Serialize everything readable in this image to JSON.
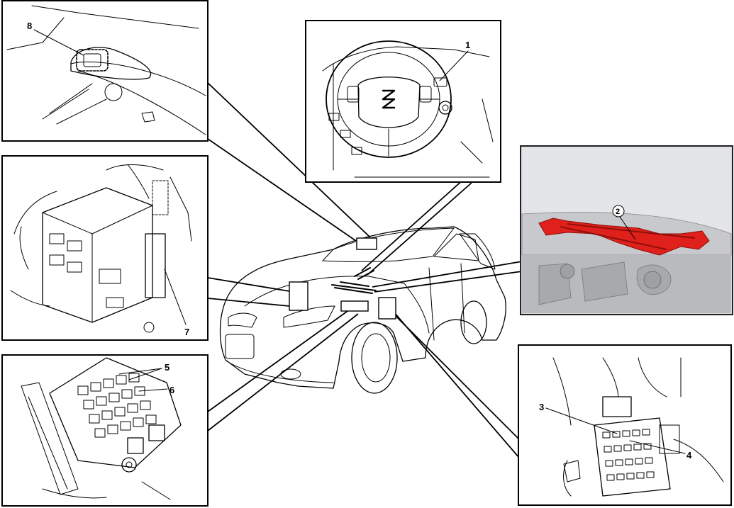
{
  "callouts": {
    "c1": "1",
    "c2": "2",
    "c3": "3",
    "c4": "4",
    "c5": "5",
    "c6": "6",
    "c7": "7",
    "c8": "8"
  },
  "colors": {
    "wiper_highlight": "#e0201a",
    "photo_background": "#d7d8dc",
    "line": "#000000"
  },
  "icons": {
    "brand_logo": "suzuki-logo-icon"
  }
}
